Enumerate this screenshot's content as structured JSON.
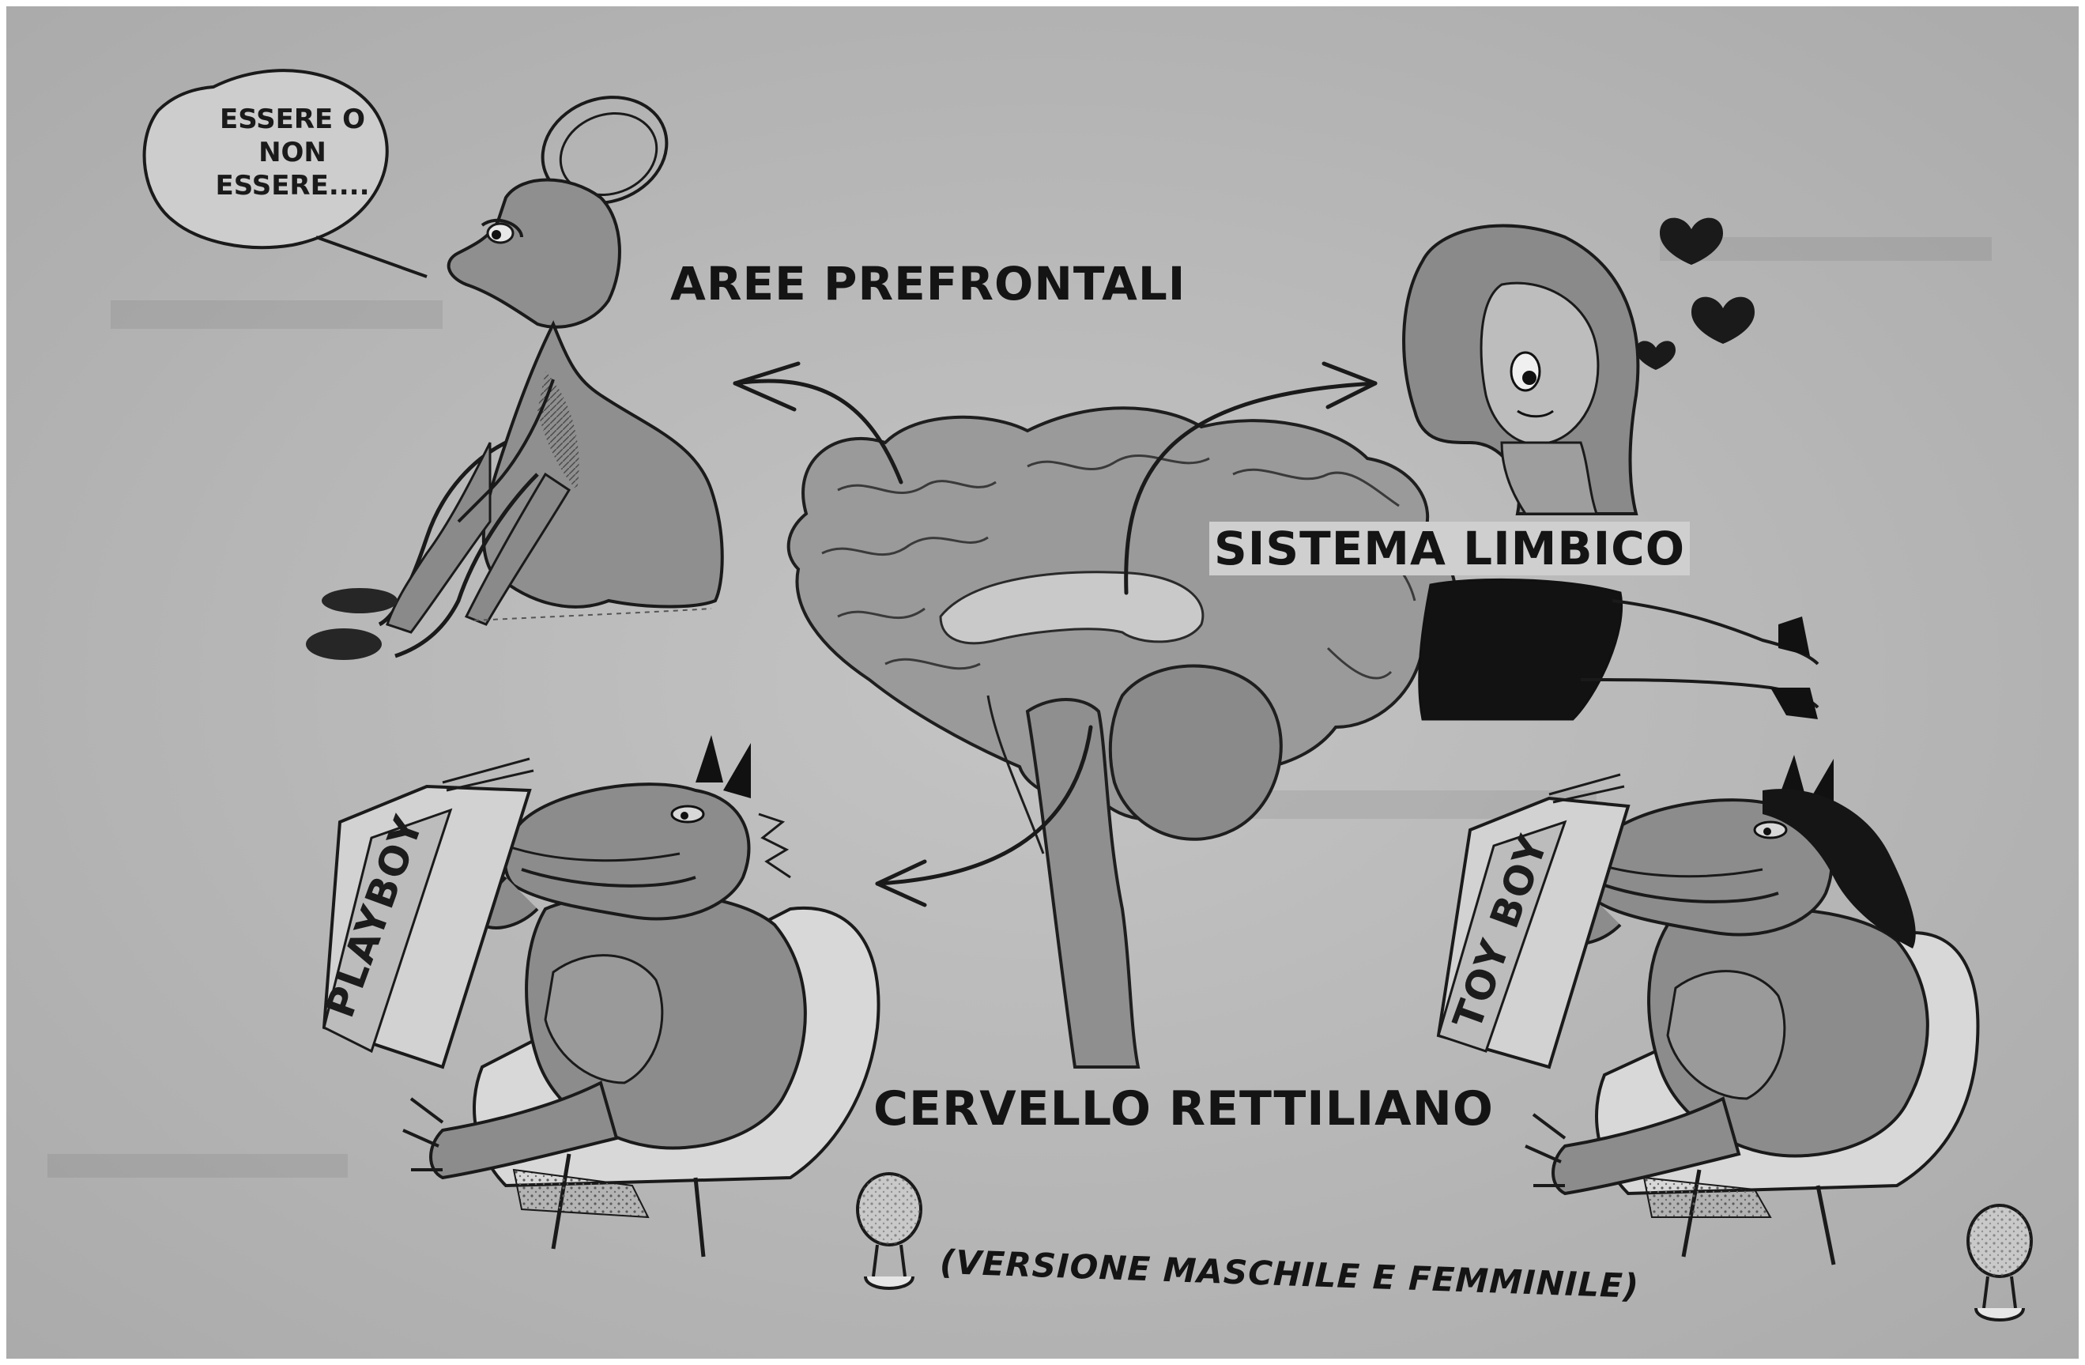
{
  "speech_bubble": {
    "line1": "ESSERE O",
    "line2": "NON",
    "line3": "ESSERE...."
  },
  "labels": {
    "prefrontal": "AREE PREFRONTALI",
    "limbic": "SISTEMA LIMBICO",
    "reptilian": "CERVELLO RETTILIANO",
    "caption": "(VERSIONE MASCHILE E FEMMINILE)"
  },
  "magazines": {
    "left": "PLAYBOY",
    "right": "TOY BOY"
  },
  "colors": {
    "paper": "#bdbdbd",
    "figure_gray": "#8f8f8f",
    "brain_gray": "#9a9a9a",
    "ink": "#141414"
  },
  "icons": [
    "speech-bubble",
    "halo",
    "heart",
    "arrow",
    "drumstick",
    "armchair"
  ]
}
